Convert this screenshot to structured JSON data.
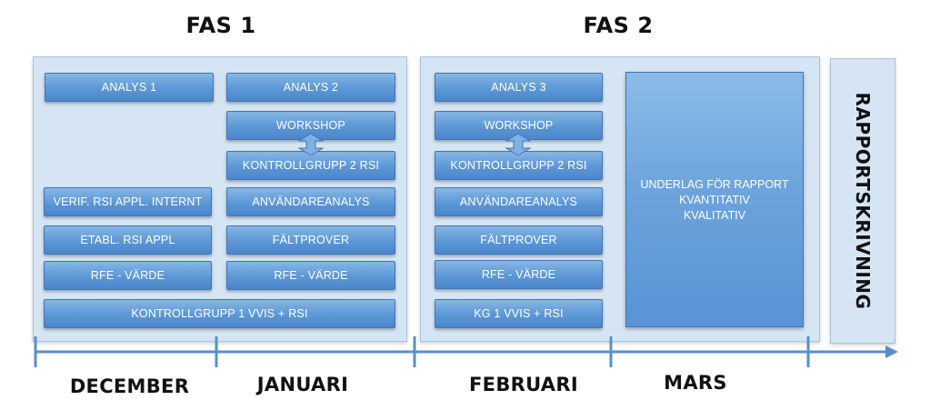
{
  "phases": {
    "fas1": "FAS 1",
    "fas2": "FAS 2"
  },
  "fas1": {
    "analys1": "ANALYS 1",
    "analys2": "ANALYS 2",
    "workshop": "WORKSHOP",
    "kontrollgrupp2": "KONTROLLGRUPP 2 RSI",
    "verif": "VERIF. RSI APPL. INTERNT",
    "anvandare": "ANVÄNDAREANALYS",
    "etabl": "ETABL. RSI APPL",
    "faltprover": "FÄLTPROVER",
    "rfe_left": "RFE - VÄRDE",
    "rfe_right": "RFE - VÄRDE",
    "kontrollgrupp1": "KONTROLLGRUPP 1 VVIS + RSI"
  },
  "fas2": {
    "analys3": "ANALYS 3",
    "workshop": "WORKSHOP",
    "kontrollgrupp2": "KONTROLLGRUPP 2 RSI",
    "anvandare": "ANVÄNDAREANALYS",
    "faltprover": "FÄLTPROVER",
    "rfe": "RFE - VÄRDE",
    "kg1": "KG 1 VVIS + RSI",
    "underlag": {
      "line1": "UNDERLAG FÖR RAPPORT",
      "line2": "KVANTITATIV",
      "line3": "KVALITATIV"
    }
  },
  "report": "RAPPORTSKRIVNING",
  "months": {
    "december": "DECEMBER",
    "januari": "JANUARI",
    "februari": "FEBRUARI",
    "mars": "MARS"
  },
  "colors": {
    "panel": "#d6e5f3",
    "box": "#5c97d6",
    "timeline": "#5a8fc4"
  }
}
